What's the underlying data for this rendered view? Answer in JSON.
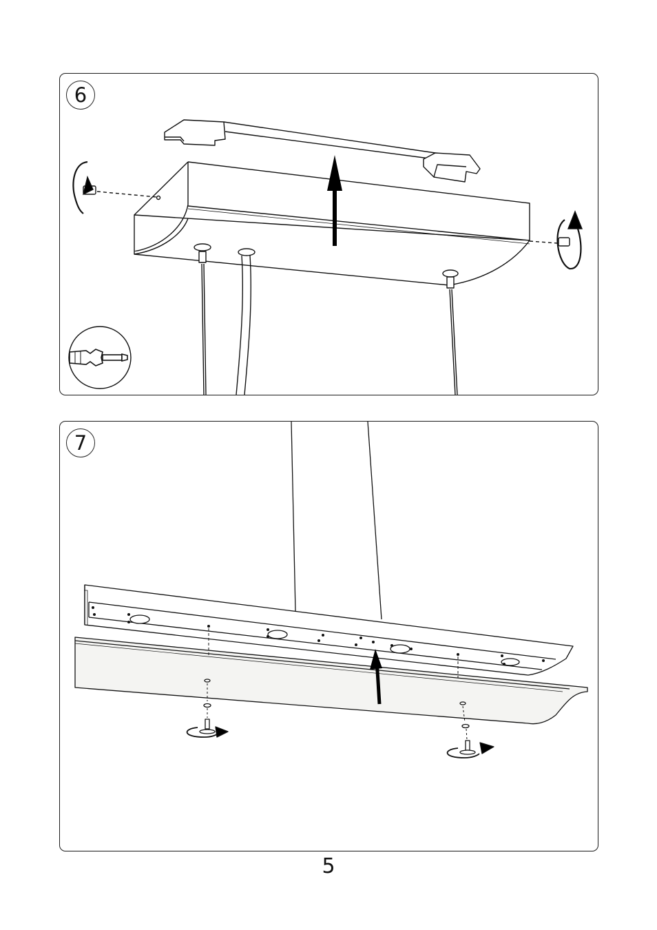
{
  "steps": [
    {
      "number": "6",
      "tool_icon": "screwdriver-icon"
    },
    {
      "number": "7"
    }
  ],
  "page": {
    "number": "5"
  }
}
